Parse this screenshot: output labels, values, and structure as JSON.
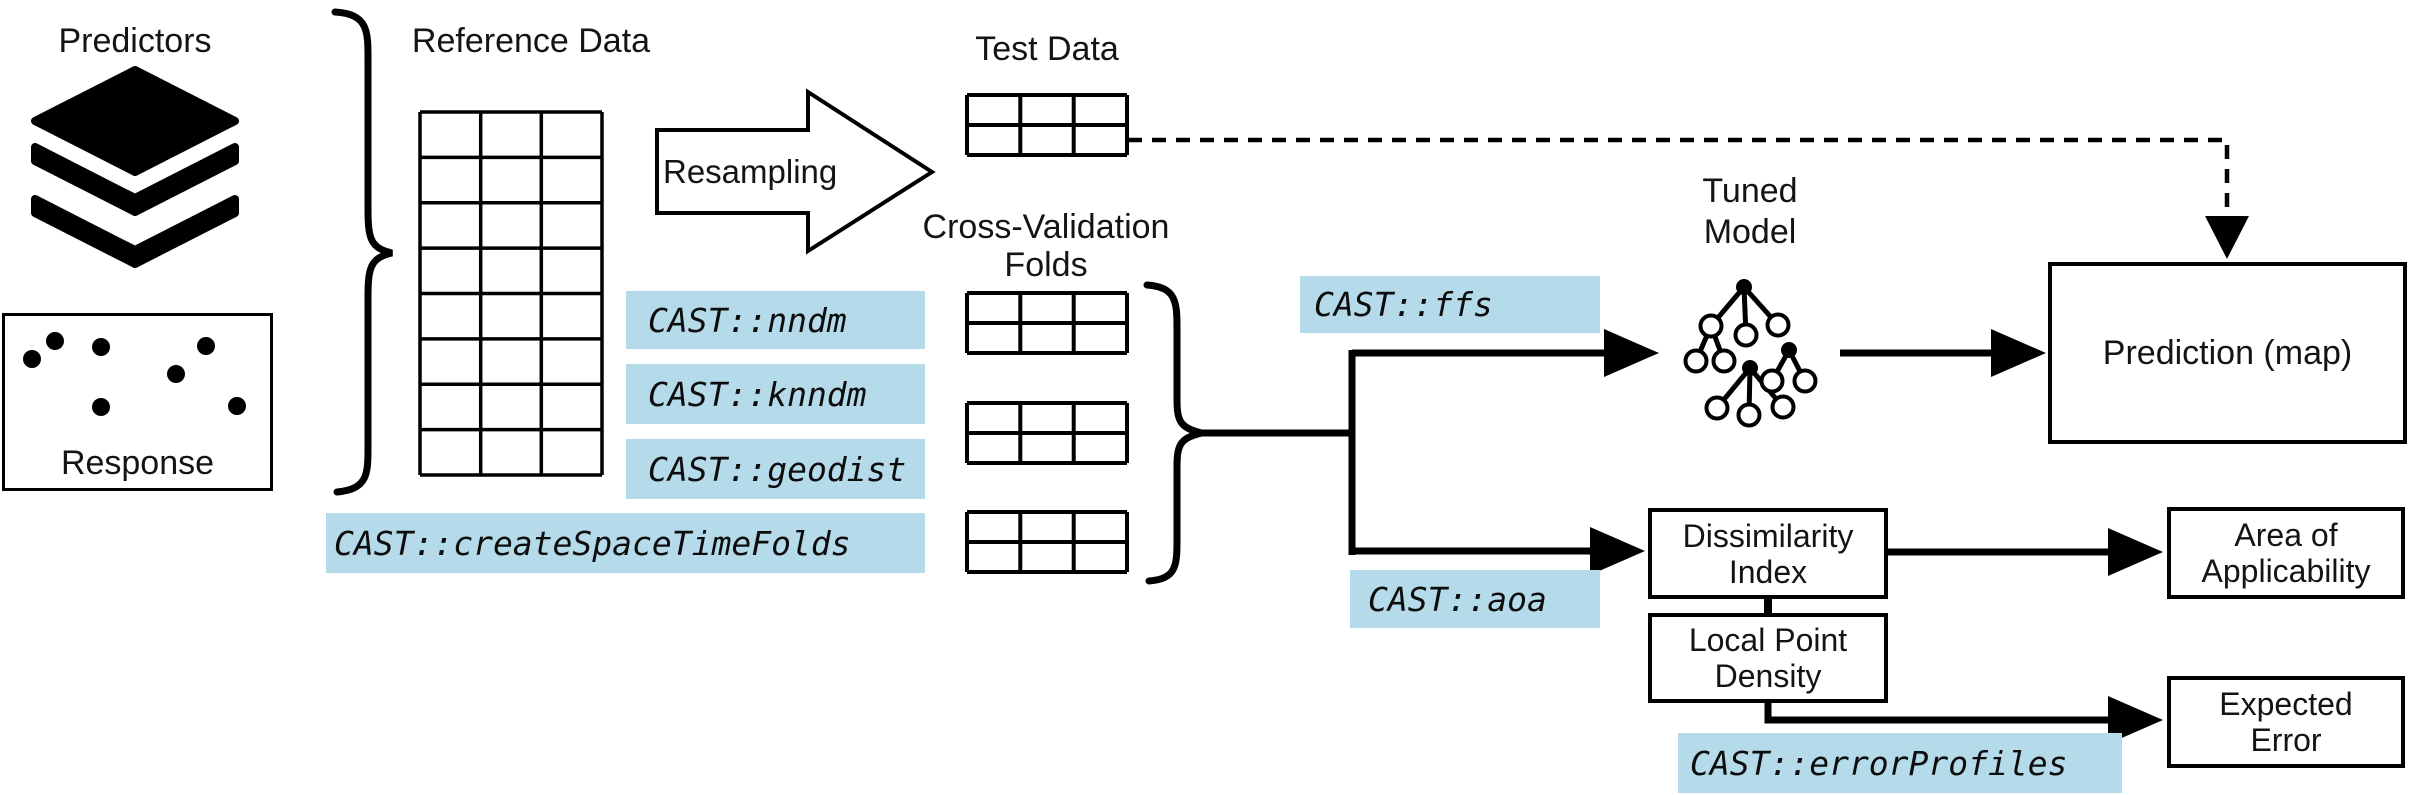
{
  "colors": {
    "highlight": "#b5dbeb",
    "ink": "#000000",
    "background": "#ffffff"
  },
  "icons": {
    "predictors": "layers-icon",
    "response": "scatter-points-icon",
    "tuned_model": "decision-trees-icon"
  },
  "inputs": {
    "predictors_label": "Predictors",
    "response_label": "Response"
  },
  "reference": {
    "label": "Reference Data"
  },
  "resampling": {
    "label": "Resampling"
  },
  "test_data": {
    "label": "Test Data"
  },
  "cv_folds": {
    "line1": "Cross-Validation",
    "line2": "Folds"
  },
  "functions": {
    "nndm": "CAST::nndm",
    "knndm": "CAST::knndm",
    "geodist": "CAST::geodist",
    "create_space_time_folds": "CAST::createSpaceTimeFolds",
    "ffs": "CAST::ffs",
    "aoa": "CAST::aoa",
    "error_profiles": "CAST::errorProfiles"
  },
  "model": {
    "line1": "Tuned",
    "line2": "Model"
  },
  "outputs": {
    "prediction": "Prediction (map)",
    "dissimilarity_line1": "Dissimilarity",
    "dissimilarity_line2": "Index",
    "local_point_line1": "Local Point",
    "local_point_line2": "Density",
    "area_line1": "Area of",
    "area_line2": "Applicability",
    "expected_line1": "Expected",
    "expected_line2": "Error"
  }
}
